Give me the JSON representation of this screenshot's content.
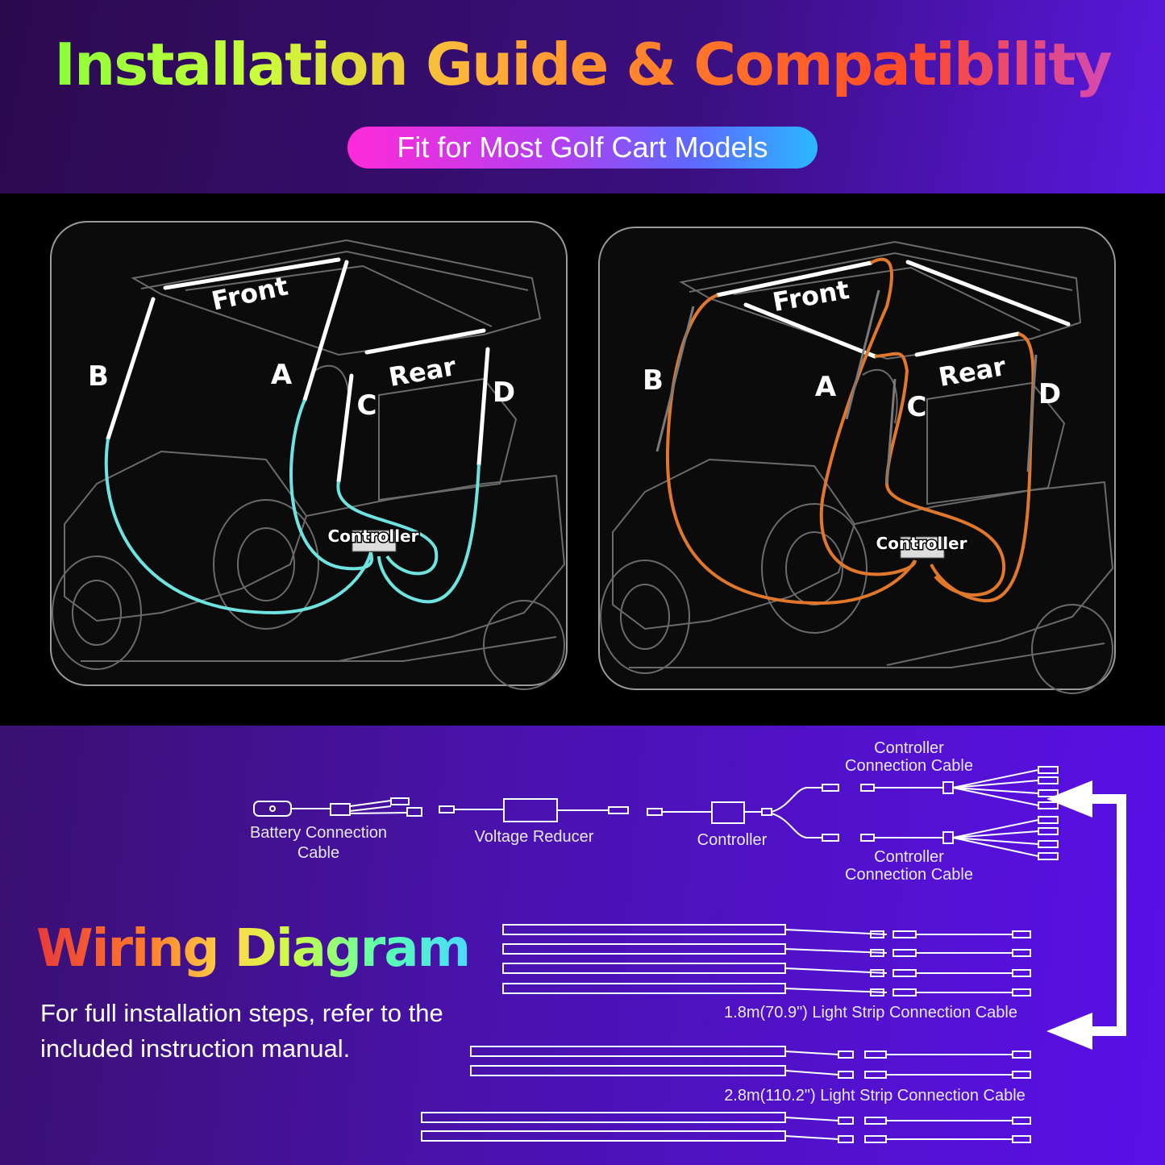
{
  "header": {
    "title": "Installation Guide & Compatibility",
    "subtitle": "Fit for Most Golf Cart Models"
  },
  "install_diagrams": [
    {
      "labels": {
        "front": "Front",
        "rear": "Rear",
        "a": "A",
        "b": "B",
        "c": "C",
        "d": "D",
        "controller": "Controller"
      },
      "wire_color": "#6fe3e0"
    },
    {
      "labels": {
        "front": "Front",
        "rear": "Rear",
        "a": "A",
        "b": "B",
        "c": "C",
        "d": "D",
        "controller": "Controller"
      },
      "wire_color": "#e0772a"
    }
  ],
  "wiring": {
    "components": {
      "battery_cable": "Battery Connection Cable",
      "voltage_reducer": "Voltage Reducer",
      "controller": "Controller",
      "controller_cable_top": "Controller Connection Cable",
      "controller_cable_bottom": "Controller Connection Cable"
    },
    "strip_cable_1": "1.8m(70.9\") Light Strip Connection Cable",
    "strip_cable_2": "2.8m(110.2\") Light Strip Connection Cable",
    "title": "Wiring Diagram",
    "note": "For full installation steps, refer to the included instruction manual."
  },
  "colors": {
    "wire_cyan": "#6fe3e0",
    "wire_orange": "#e0772a",
    "line_art": "#6a6a6a"
  }
}
